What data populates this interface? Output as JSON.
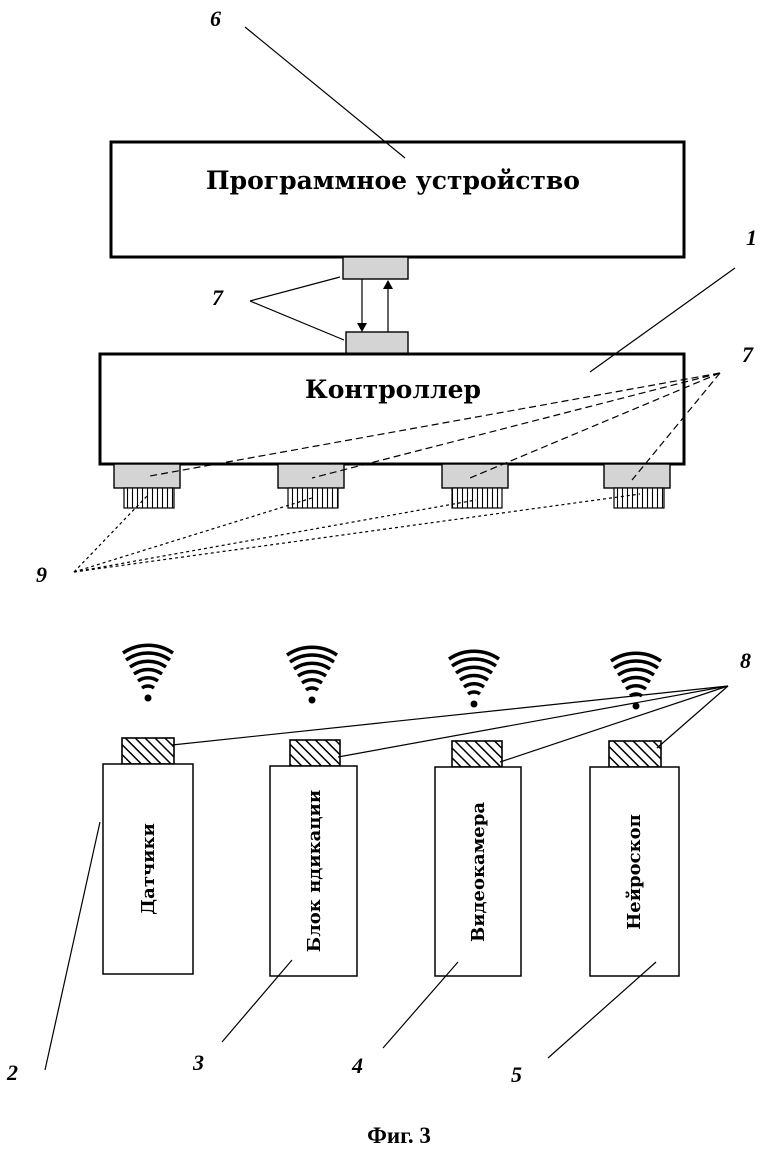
{
  "blocks": {
    "software": "Программное устройство",
    "controller": "Контроллер"
  },
  "devices": [
    {
      "label": "Датчики",
      "ref": "2"
    },
    {
      "label": "Блок ндикации",
      "ref": "3"
    },
    {
      "label": "Видеокамера",
      "ref": "4"
    },
    {
      "label": "Нейроскоп",
      "ref": "5"
    }
  ],
  "refs": {
    "software": "6",
    "controller": "1",
    "interfaces_top": "7",
    "interfaces_right": "7",
    "radio_modules": "8",
    "connectors": "9"
  },
  "caption": "Фиг. 3"
}
